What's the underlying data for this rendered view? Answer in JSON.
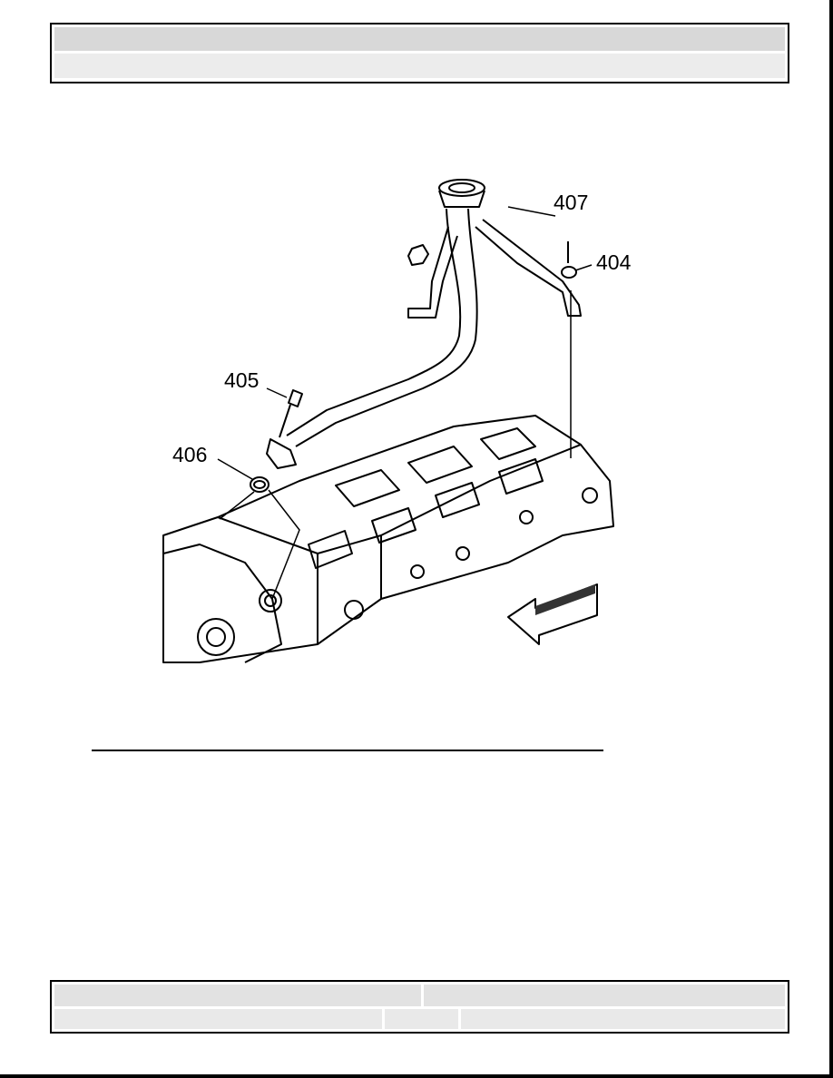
{
  "header": {
    "title": "",
    "subtitle": ""
  },
  "figure": {
    "callouts": {
      "c404": "404",
      "c405": "405",
      "c406": "406",
      "c407": "407"
    }
  },
  "footer": {
    "cell1": "",
    "cell2": "",
    "cell3": "",
    "cell4": "",
    "cell5": ""
  }
}
